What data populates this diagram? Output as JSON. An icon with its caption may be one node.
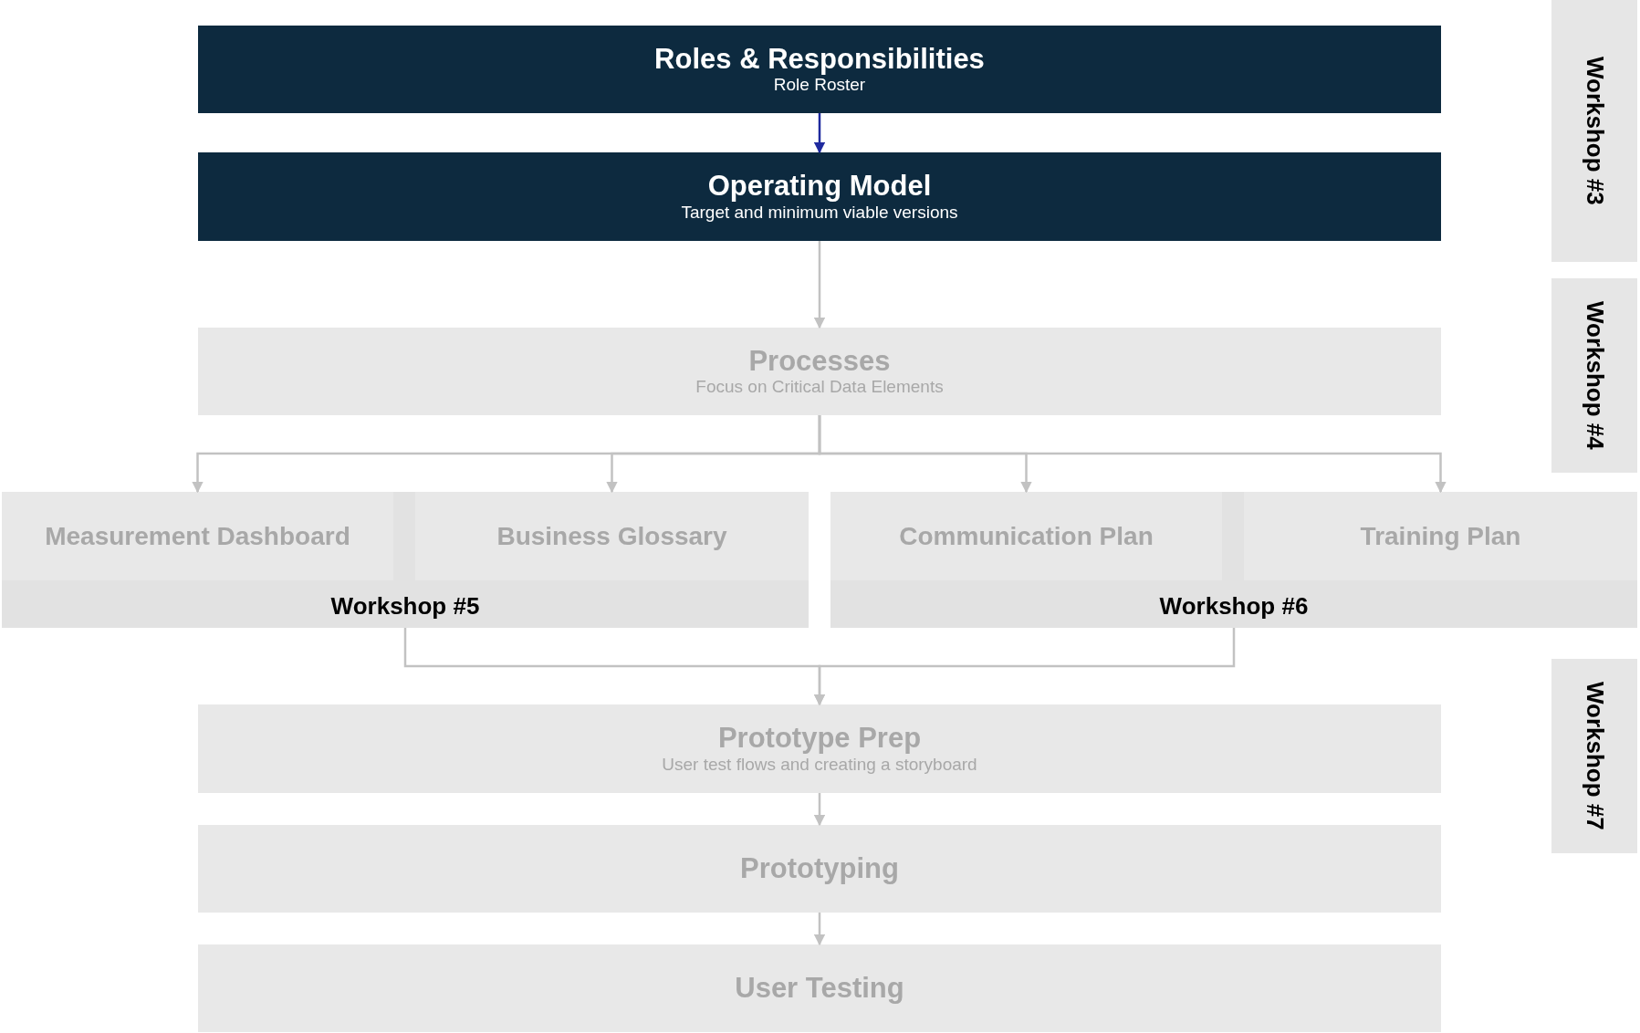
{
  "diagram": {
    "nodes": [
      {
        "text": [
          "Roles & Responsibilities",
          "Role Roster"
        ]
      },
      {
        "text": [
          "Operating Model",
          "Target and minimum viable versions"
        ]
      },
      {
        "text": [
          "Processes",
          "Focus on Critical Data Elements"
        ]
      },
      {
        "text": [
          "Workshop #5"
        ]
      },
      {
        "text": [
          "Measurement Dashboard"
        ],
        "in": 3
      },
      {
        "text": [
          "Business Glossary"
        ],
        "in": 3
      },
      {
        "text": [
          "Workshop #6"
        ]
      },
      {
        "text": [
          "Communication Plan"
        ],
        "in": 6
      },
      {
        "text": [
          "Training Plan"
        ],
        "in": 6
      },
      {
        "text": [
          "Prototype Prep",
          "User test flows and creating a storyboard"
        ]
      },
      {
        "text": [
          "Prototyping"
        ]
      },
      {
        "text": [
          "User Testing"
        ]
      },
      {
        "text": [
          "Workshop #3"
        ]
      },
      {
        "text": [
          "Workshop #4"
        ]
      },
      {
        "text": [
          "Workshop #7"
        ]
      }
    ],
    "edges": [
      {
        "from": 0,
        "to": 1,
        "arrow": "to",
        "color": "#1f2a9e"
      },
      {
        "from": 1,
        "to": 2,
        "arrow": "to"
      },
      {
        "from": 2,
        "to": 4,
        "arrow": "to"
      },
      {
        "from": 2,
        "to": 5,
        "arrow": "to"
      },
      {
        "from": 2,
        "to": 7,
        "arrow": "to"
      },
      {
        "from": 2,
        "to": 8,
        "arrow": "to"
      },
      {
        "from": 3,
        "to": 9,
        "arrow": "to"
      },
      {
        "from": 6,
        "to": 9,
        "arrow": "to"
      },
      {
        "from": 9,
        "to": 10,
        "arrow": "to"
      },
      {
        "from": 10,
        "to": 11,
        "arrow": "to"
      }
    ]
  }
}
